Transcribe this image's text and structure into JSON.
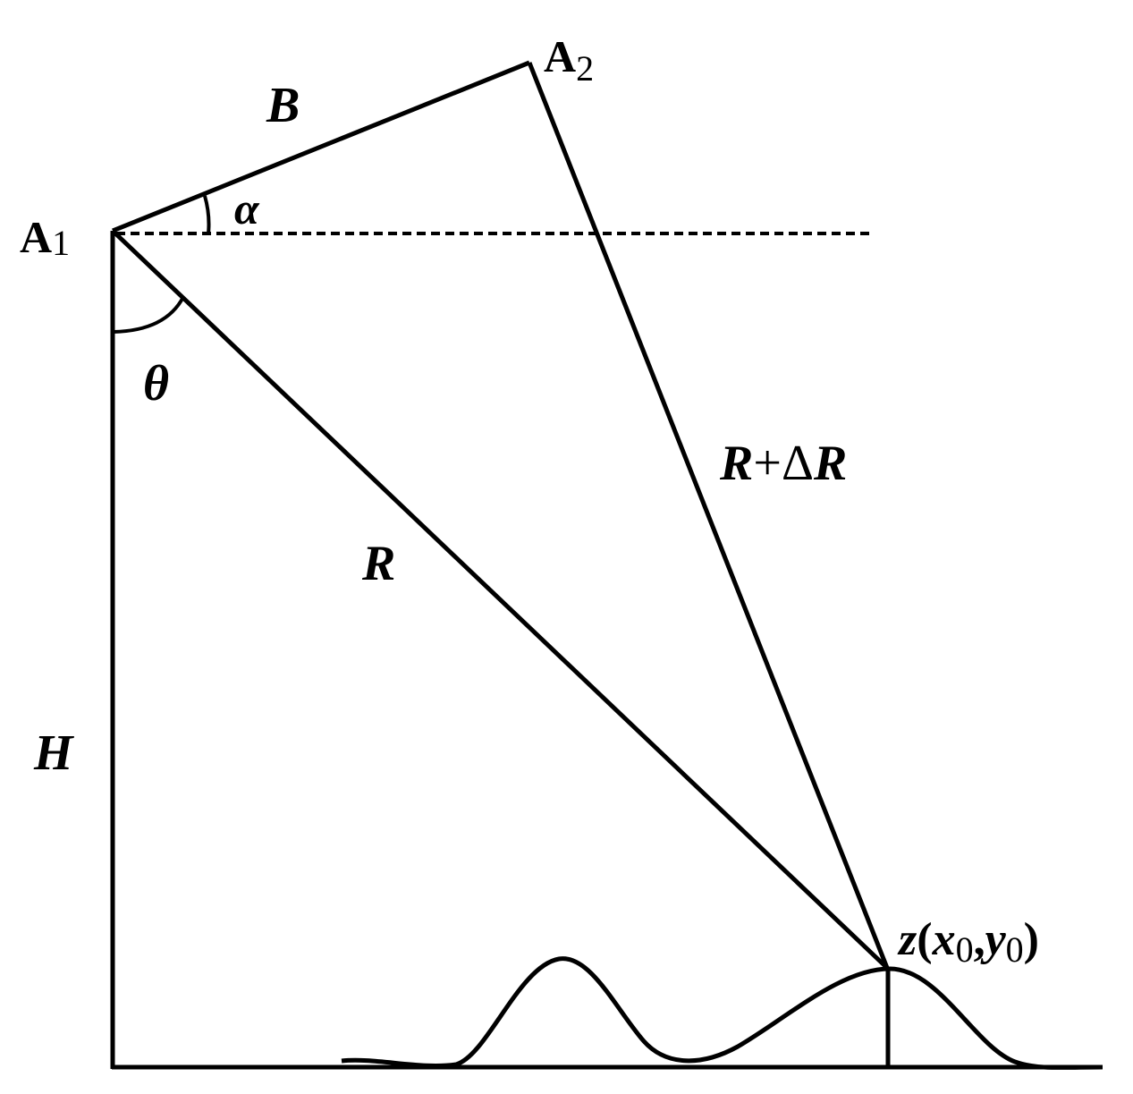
{
  "labels": {
    "a1": "A",
    "a1_sub": "1",
    "a2": "A",
    "a2_sub": "2",
    "b": "B",
    "alpha": "α",
    "theta": "θ",
    "r": "R",
    "r_delta_r": "R+ΔR",
    "r_delta_r_r1": "R",
    "r_delta_r_plus": "+Δ",
    "r_delta_r_r2": "R",
    "h": "H",
    "z": "z(x0,y0)",
    "z_z": "z",
    "z_open": "(",
    "z_x": "x",
    "z_x_sub": "0",
    "z_comma": ",",
    "z_y": "y",
    "z_y_sub": "0",
    "z_close": ")"
  },
  "colors": {
    "stroke": "#000000",
    "background": "#ffffff"
  }
}
